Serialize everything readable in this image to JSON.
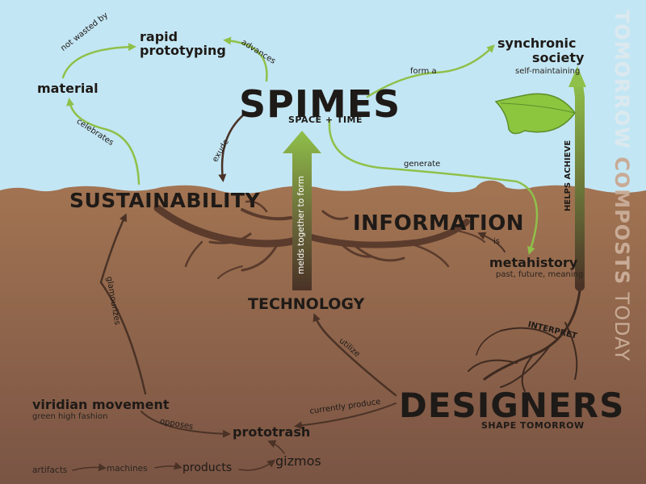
{
  "side_title": {
    "part1": "TOMORROW",
    "part2": "COMPOSTS",
    "part3": "TODAY"
  },
  "nodes": {
    "spimes": {
      "label": "SPIMES",
      "sub": "SPACE + TIME"
    },
    "rapid_prototyping": {
      "line1": "rapid",
      "line2": "prototyping"
    },
    "material": {
      "label": "material"
    },
    "synchronic_society": {
      "line1": "synchronic",
      "line2": "society",
      "sub": "self-maintaining"
    },
    "sustainability": {
      "label": "SUSTAINABILITY"
    },
    "information": {
      "label": "INFORMATION"
    },
    "technology": {
      "label": "TECHNOLOGY"
    },
    "metahistory": {
      "label": "metahistory",
      "sub": "past, future, meaning"
    },
    "designers": {
      "label": "DESIGNERS",
      "sub": "SHAPE TOMORROW"
    },
    "viridian_movement": {
      "label": "viridian movement",
      "sub": "green high fashion"
    },
    "prototrash": {
      "label": "prototrash"
    },
    "gizmos": {
      "label": "gizmos"
    },
    "artifacts": {
      "label": "artifacts"
    },
    "machines": {
      "label": "machines"
    },
    "products": {
      "label": "products"
    }
  },
  "edges": {
    "not_wasted_by": "not wasted by",
    "advances": "advances",
    "celebrates": "celebrates",
    "exude": "exude",
    "form_a": "form a",
    "generate": "generate",
    "melds_together_to_form": "melds together to form",
    "helps_achieve": "HELPS ACHIEVE",
    "is": "is",
    "interpret": "INTERPRET",
    "glamourizes": "glamourizes",
    "utilize": "utilize",
    "currently_produce": "currently produce",
    "opposes": "opposes"
  },
  "colors": {
    "sky": "#c3e6f4",
    "soil_top": "#a27452",
    "soil_bottom": "#7a5444",
    "text_dark": "#1e1a17",
    "arrow_green": "#8fc04a",
    "arrow_brown": "#4a3226",
    "leaf_green": "#8cc63f",
    "side_title_sky": "#dbe9ef",
    "side_title_soil": "#c8ab96"
  }
}
